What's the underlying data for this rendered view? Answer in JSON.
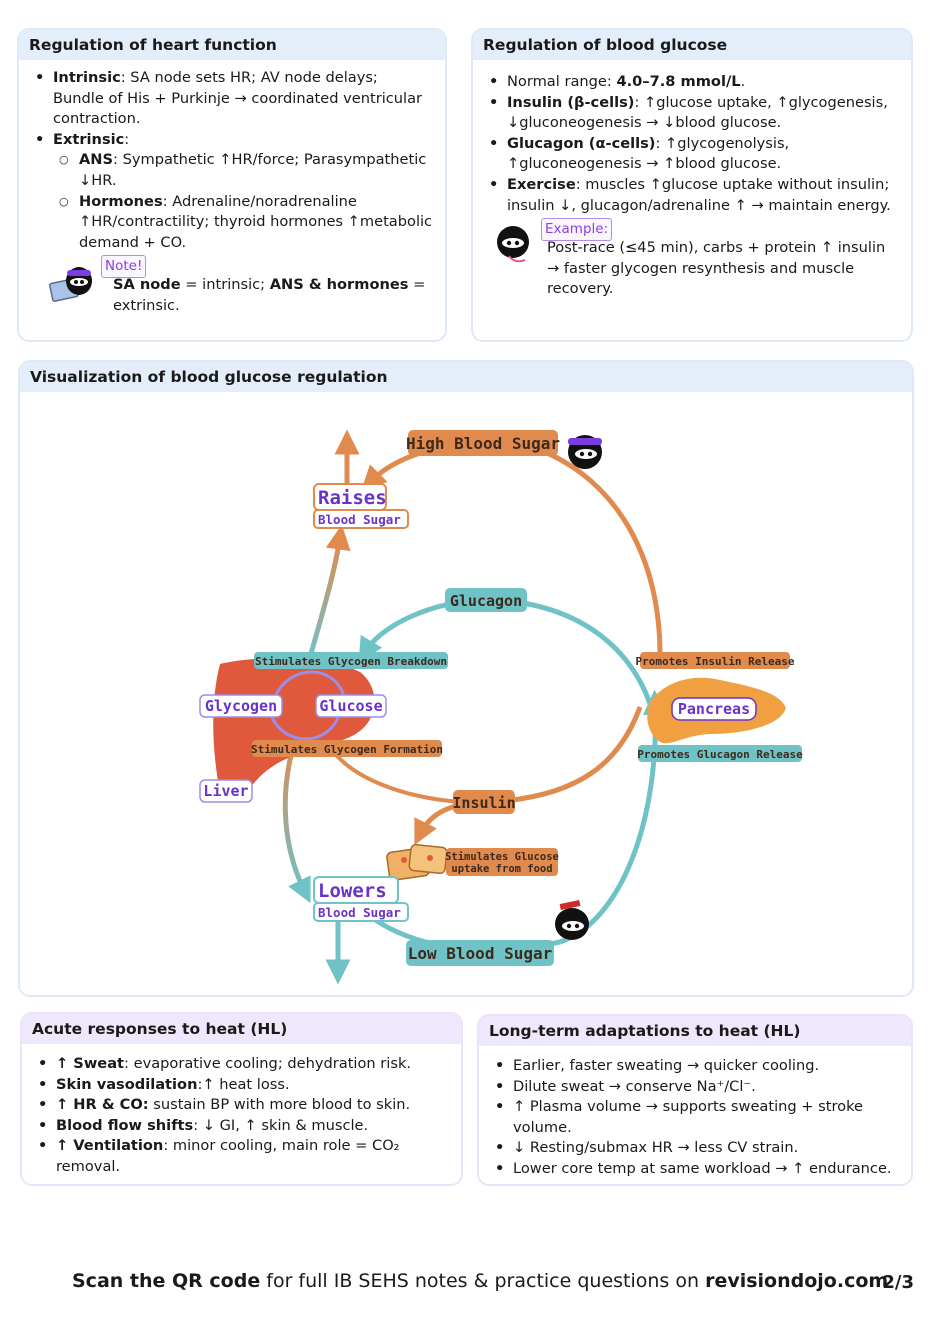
{
  "heart": {
    "title": "Regulation of heart function",
    "intrinsic_label": "Intrinsic",
    "intrinsic_text": ": SA node sets HR; AV node delays; Bundle of His + Purkinje → coordinated ventricular contraction.",
    "extrinsic_label": "Extrinsic",
    "extrinsic_colon": ":",
    "ans_label": "ANS",
    "ans_text": ": Sympathetic ↑HR/force; Parasympathetic ↓HR.",
    "hormones_label": "Hormones",
    "hormones_text": ": Adrenaline/noradrenaline ↑HR/contractility; thyroid hormones ↑metabolic demand + CO.",
    "note_tag": "Note!",
    "note_b1": "SA node",
    "note_t1": " = intrinsic; ",
    "note_b2": "ANS & hormones",
    "note_t2": " = extrinsic."
  },
  "glucose": {
    "title": "Regulation of blood glucose",
    "normal_text": "Normal range: ",
    "normal_value": "4.0–7.8 mmol/L",
    "normal_end": ".",
    "insulin_label": "Insulin (β-cells)",
    "insulin_text": ": ↑glucose uptake, ↑glycogenesis, ↓gluconeogenesis → ↓blood glucose.",
    "glucagon_label": "Glucagon (α-cells)",
    "glucagon_text": ": ↑glycogenolysis, ↑gluconeogenesis → ↑blood glucose.",
    "exercise_label": "Exercise",
    "exercise_text": ": muscles ↑glucose uptake without insulin; insulin ↓, glucagon/adrenaline ↑ → maintain energy.",
    "example_tag": "Example:",
    "example_text": "Post-race (≤45 min), carbs + protein ↑ insulin → faster glycogen resynthesis and muscle recovery."
  },
  "viz": {
    "title": "Visualization of blood glucose regulation",
    "high": "High Blood Sugar",
    "low": "Low Blood Sugar",
    "raises": "Raises",
    "raises_sub": "Blood Sugar",
    "lowers": "Lowers",
    "lowers_sub": "Blood Sugar",
    "glucagon": "Glucagon",
    "insulin": "Insulin",
    "glycogen": "Glycogen",
    "glucose": "Glucose",
    "liver": "Liver",
    "pancreas": "Pancreas",
    "breakdown": "Stimulates Glycogen Breakdown",
    "formation": "Stimulates Glycogen Formation",
    "insulin_release": "Promotes Insulin Release",
    "glucagon_release": "Promotes Glucagon Release",
    "uptake1": "Stimulates Glucose",
    "uptake2": "uptake from food",
    "colors": {
      "orange": "#e08a4e",
      "teal": "#6fc2c6",
      "purple": "#6a33c7",
      "liver": "#e0593c",
      "pancreas": "#f0a040"
    }
  },
  "acute": {
    "title": "Acute responses to heat (HL)",
    "sweat_label": "↑ Sweat",
    "sweat_text": ": evaporative cooling; dehydration risk.",
    "skin_label": "Skin vasodilation",
    "skin_text": ":↑ heat loss.",
    "hr_label": "↑ HR & CO:",
    "hr_text": " sustain BP with more blood to skin.",
    "flow_label": "Blood flow shifts",
    "flow_text": ": ↓ GI, ↑ skin & muscle.",
    "vent_label": "↑ Ventilation",
    "vent_text": ": minor cooling, main role = CO₂ removal."
  },
  "longterm": {
    "title": "Long-term adaptations to heat (HL)",
    "items": [
      "Earlier, faster sweating → quicker cooling.",
      "Dilute sweat → conserve Na⁺/Cl⁻.",
      "↑ Plasma volume → supports sweating + stroke volume.",
      "↓ Resting/submax HR → less CV strain.",
      "Lower core temp at same workload → ↑ endurance."
    ]
  },
  "footer": {
    "bold": "Scan the QR code",
    "mid": " for full IB SEHS notes & practice questions on ",
    "site": "revisiondojo.com",
    "page": "2/3"
  }
}
